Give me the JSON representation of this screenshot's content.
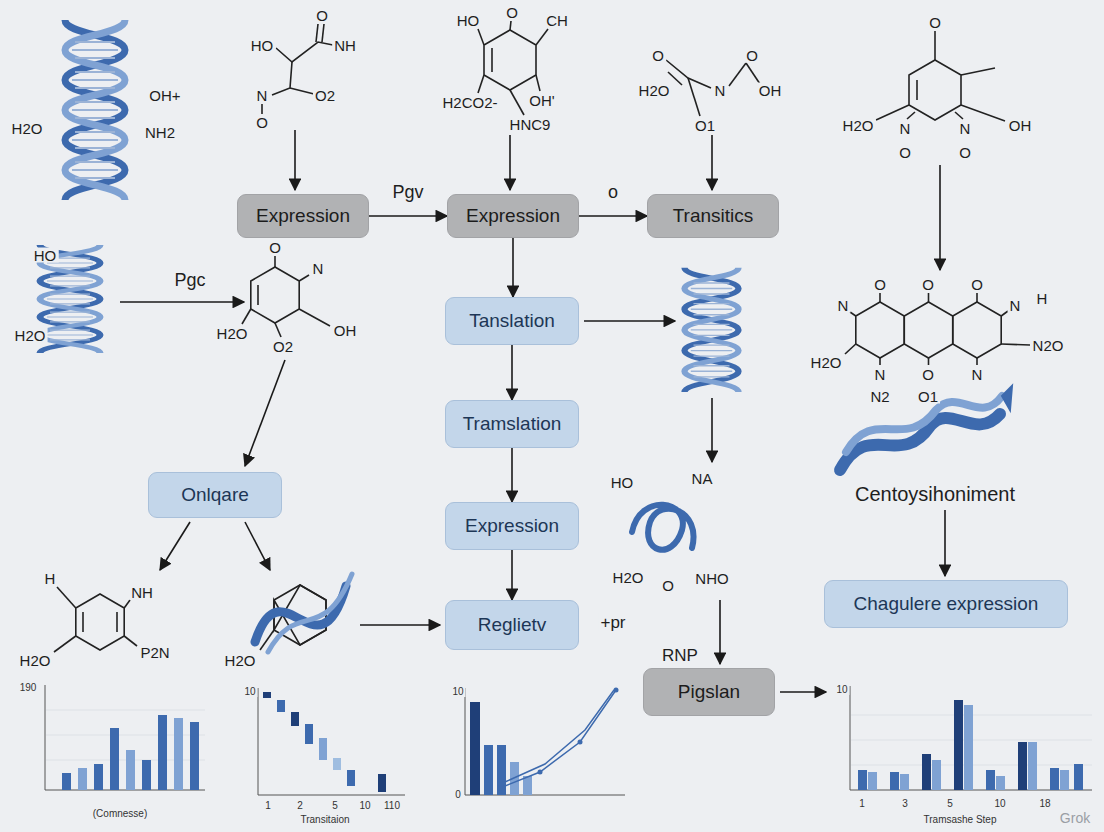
{
  "diagram": {
    "nodes": [
      {
        "text": [
          "Expression"
        ]
      },
      {
        "text": [
          "Expression"
        ]
      },
      {
        "text": [
          "Transitics"
        ]
      },
      {
        "text": [
          "Tanslation"
        ]
      },
      {
        "text": [
          "Tramslation"
        ]
      },
      {
        "text": [
          "Onlqare"
        ]
      },
      {
        "text": [
          "Expression"
        ]
      },
      {
        "text": [
          "Chagulere expression"
        ]
      },
      {
        "text": [
          "Reglietv"
        ]
      },
      {
        "text": [
          "Pigslan"
        ]
      }
    ],
    "edges": [
      {
        "from": 0,
        "to": 1,
        "label": "Pgv",
        "arrow": "to"
      },
      {
        "from": 1,
        "to": 2,
        "label": "o",
        "arrow": "to"
      },
      {
        "from": 1,
        "to": 3,
        "arrow": "to"
      },
      {
        "from": 3,
        "to": 4,
        "arrow": "to"
      },
      {
        "from": 4,
        "to": 6,
        "arrow": "to"
      },
      {
        "from": 6,
        "to": 8,
        "arrow": "to"
      }
    ],
    "labels": [
      "OH+",
      "H2O",
      "NH2",
      "HO",
      "O",
      "NH",
      "N",
      "O",
      "O2",
      "HO",
      "O",
      "CH",
      "H2CO2-",
      "OH'",
      "HNC9",
      "O",
      "H2O",
      "N",
      "O",
      "OH",
      "O1",
      "O",
      "H2O",
      "N",
      "N",
      "OH",
      "O",
      "O",
      "Pgc",
      "HO",
      "H2O",
      "O",
      "N",
      "H2O",
      "O2",
      "OH",
      "O",
      "N",
      "O",
      "O",
      "N",
      "H",
      "H2O",
      "N",
      "O",
      "N",
      "N2O",
      "N2",
      "O1",
      "Centoysihoniment",
      "H",
      "NH",
      "H2O",
      "P2N",
      "H2O",
      "HO",
      "NA",
      "H2O",
      "O",
      "NHO",
      "+pr",
      "RNP",
      "190",
      "(Comnesse)",
      "10",
      "1",
      "2",
      "5",
      "10",
      "110",
      "Transitaion",
      "10",
      "0",
      "10",
      "1",
      "3",
      "5",
      "10",
      "18",
      "Tramsashe Step",
      "Grok"
    ]
  }
}
